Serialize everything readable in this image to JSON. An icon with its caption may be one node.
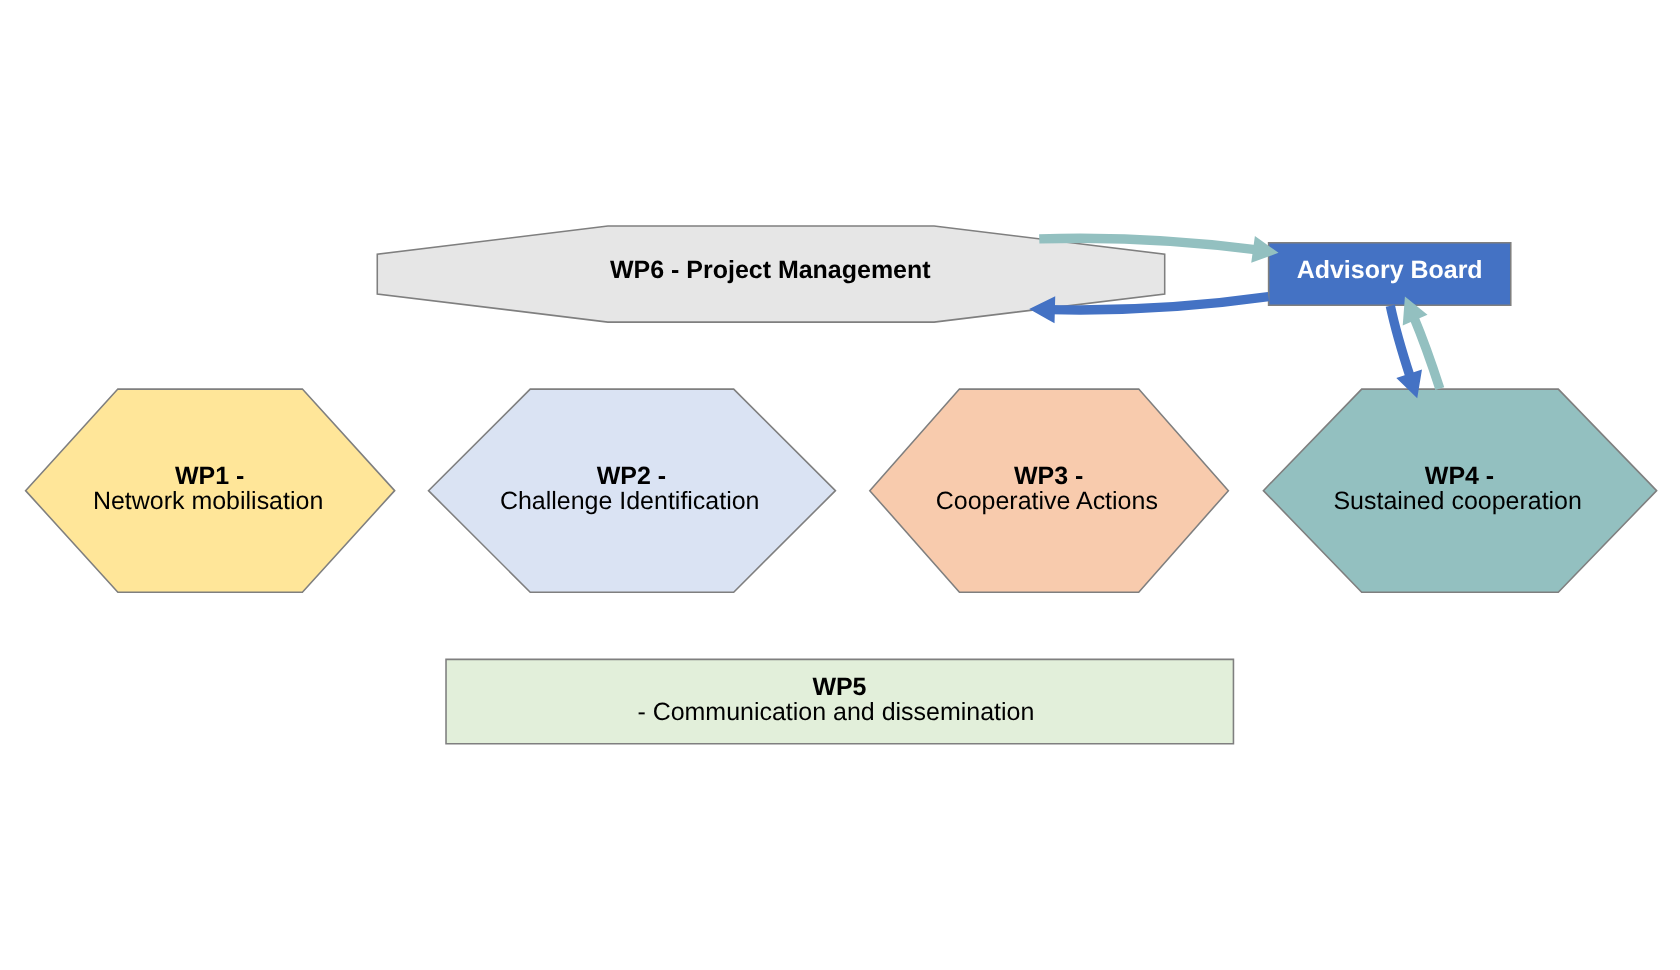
{
  "diagram": {
    "nodes": [
      {
        "text": [
          "WP6 - Project Management"
        ]
      },
      {
        "text": [
          "Advisory Board"
        ]
      },
      {
        "text": [
          "WP1 -",
          "Network mobilisation"
        ]
      },
      {
        "text": [
          "WP2 -",
          "Challenge Identification"
        ]
      },
      {
        "text": [
          "WP3 -",
          "Cooperative Actions"
        ]
      },
      {
        "text": [
          "WP4 -",
          "Sustained cooperation"
        ]
      },
      {
        "text": [
          "WP5",
          "- Communication and dissemination"
        ]
      }
    ],
    "edges": [
      {
        "from": 1,
        "to": 0,
        "arrow": "to",
        "color": "#4472c4"
      },
      {
        "from": 0,
        "to": 1,
        "arrow": "to",
        "color": "#93c0c0"
      },
      {
        "from": 1,
        "to": 5,
        "arrow": "to",
        "color": "#4472c4"
      },
      {
        "from": 5,
        "to": 1,
        "arrow": "to",
        "color": "#93c0c0"
      }
    ]
  }
}
